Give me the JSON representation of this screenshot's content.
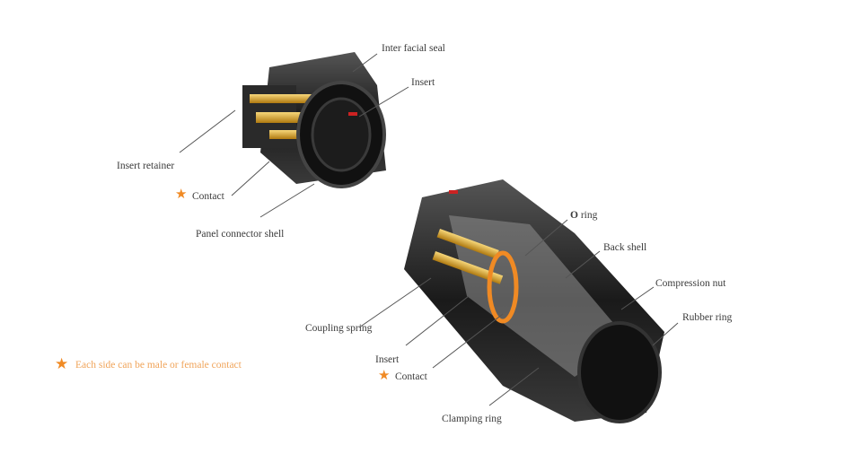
{
  "panel_connector": {
    "labels": {
      "inter_facial_seal": "Inter facial seal",
      "insert": "Insert",
      "insert_retainer": "Insert retainer",
      "contact": "Contact",
      "panel_connector_shell": "Panel connector shell"
    }
  },
  "cable_connector": {
    "labels": {
      "o_ring_prefix": "O",
      "o_ring_suffix": " ring",
      "back_shell": "Back shell",
      "compression_nut": "Compression nut",
      "rubber_ring": "Rubber ring",
      "coupling_spring": "Coupling  spring",
      "insert": "Insert",
      "contact": "Contact",
      "clamping_ring": "Clamping ring"
    }
  },
  "legend": {
    "star": "★",
    "text": "Each side can be male or female contact"
  },
  "colors": {
    "accent": "#f08a24",
    "label": "#3a3a3a"
  }
}
